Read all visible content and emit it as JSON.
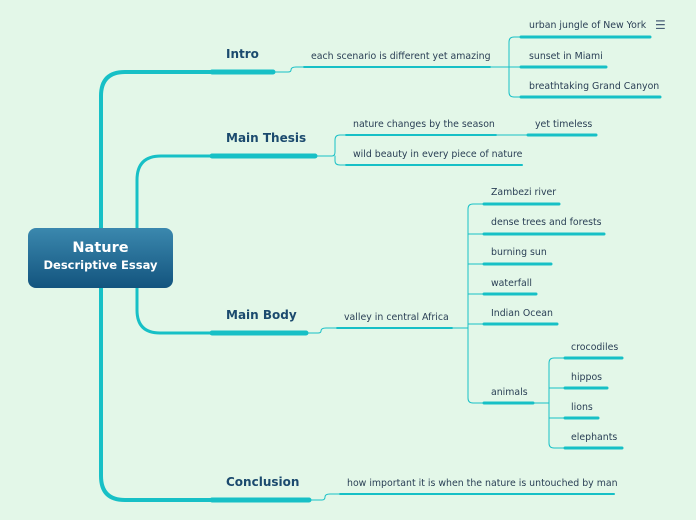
{
  "root": {
    "title": "Nature",
    "subtitle": "Descriptive Essay"
  },
  "branches": {
    "intro": {
      "label": "Intro",
      "child": "each scenario is different yet amazing",
      "leaves": [
        "urban jungle of New York",
        "sunset in Miami",
        "breathtaking Grand Canyon"
      ]
    },
    "thesis": {
      "label": "Main Thesis",
      "child1": "nature changes by the season",
      "child1_leaf": "yet timeless",
      "child2": "wild beauty in every piece of nature"
    },
    "body": {
      "label": "Main Body",
      "child": "valley in central Africa",
      "items": [
        "Zambezi river",
        "dense trees and forests",
        "burning sun",
        "waterfall",
        "Indian Ocean",
        "animals"
      ],
      "animals": [
        "crocodiles",
        "hippos",
        "lions",
        "elephants"
      ]
    },
    "conclusion": {
      "label": "Conclusion",
      "child": "how important it is when the nature is untouched by man"
    }
  },
  "colors": {
    "line": "#17c0c6",
    "root_top": "#3b88ae",
    "root_bottom": "#13547e"
  },
  "icons": {
    "menu": "hamburger-menu-icon"
  }
}
